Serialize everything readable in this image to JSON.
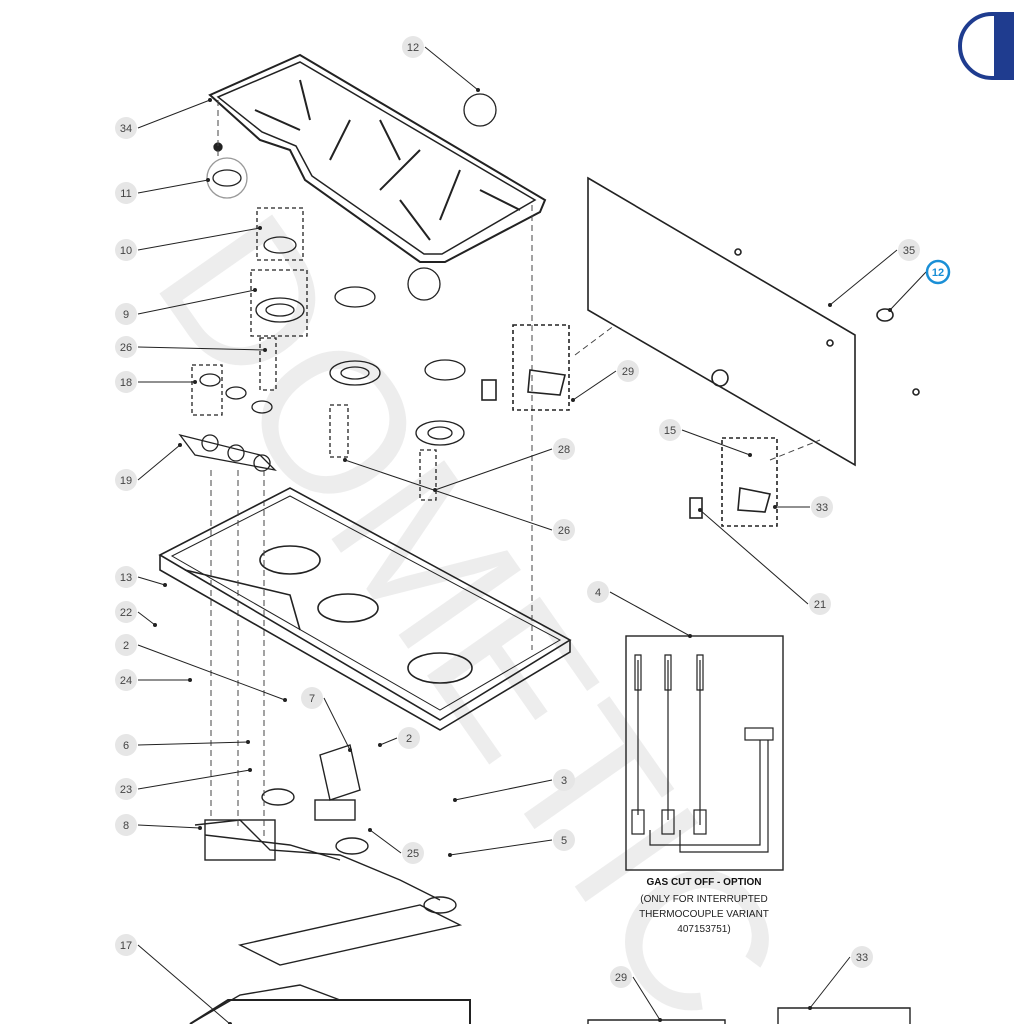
{
  "watermark": "DOMETIC",
  "callouts": [
    {
      "label": "34"
    },
    {
      "label": "12"
    },
    {
      "label": "11"
    },
    {
      "label": "10"
    },
    {
      "label": "9"
    },
    {
      "label": "26"
    },
    {
      "label": "18"
    },
    {
      "label": "19"
    },
    {
      "label": "13"
    },
    {
      "label": "22"
    },
    {
      "label": "2"
    },
    {
      "label": "24"
    },
    {
      "label": "6"
    },
    {
      "label": "23"
    },
    {
      "label": "8"
    },
    {
      "label": "7"
    },
    {
      "label": "2"
    },
    {
      "label": "3"
    },
    {
      "label": "5"
    },
    {
      "label": "25"
    },
    {
      "label": "17"
    },
    {
      "label": "35"
    },
    {
      "label": "12"
    },
    {
      "label": "29"
    },
    {
      "label": "15"
    },
    {
      "label": "33"
    },
    {
      "label": "21"
    },
    {
      "label": "28"
    },
    {
      "label": "26"
    },
    {
      "label": "4"
    },
    {
      "label": "29"
    },
    {
      "label": "33"
    }
  ],
  "gas_cutoff_note": {
    "line1": "GAS CUT OFF - OPTION",
    "line2": "(ONLY FOR INTERRUPTED",
    "line3": "THERMOCOUPLE VARIANT",
    "line4": "407153751)"
  },
  "colors": {
    "logo_blue": "#1f3c8f",
    "highlight_blue": "#1a8fd6",
    "line": "#222222",
    "callout_circle": "#e6e6e6"
  }
}
